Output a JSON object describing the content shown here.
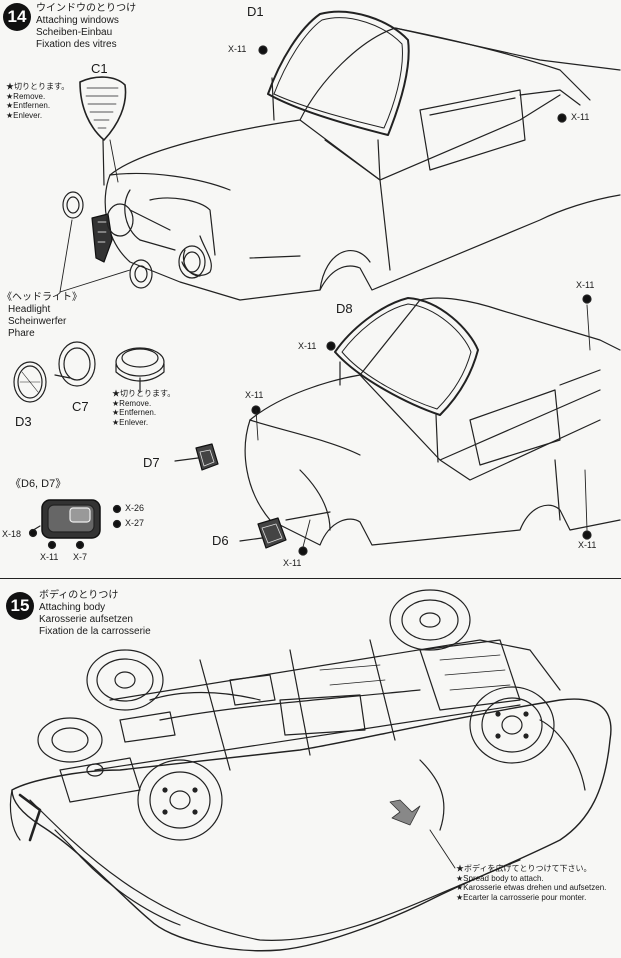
{
  "step14": {
    "number": "14",
    "title_jp": "ウインドウのとりつけ",
    "title_en": "Attaching windows",
    "title_de": "Scheiben-Einbau",
    "title_fr": "Fixation des vitres"
  },
  "remove_note_1": {
    "jp": "★切りとります。",
    "en": "★Remove.",
    "de": "★Entfernen.",
    "fr": "★Enlever."
  },
  "remove_note_2": {
    "jp": "★切りとります。",
    "en": "★Remove.",
    "de": "★Entfernen.",
    "fr": "★Enlever."
  },
  "headlight": {
    "jp": "《ヘッドライト》",
    "en": "Headlight",
    "de": "Scheinwerfer",
    "fr": "Phare"
  },
  "parts": {
    "d1": "D1",
    "c1": "C1",
    "d8": "D8",
    "d3": "D3",
    "c7": "C7",
    "d7": "D7",
    "d6": "D6",
    "d6d7": "《D6, D7》"
  },
  "screws": {
    "x11": "X-11",
    "x26": "X-26",
    "x27": "X-27",
    "x18": "X-18",
    "x7": "X-7"
  },
  "step15": {
    "number": "15",
    "title_jp": "ボディのとりつけ",
    "title_en": "Attaching body",
    "title_de": "Karosserie aufsetzen",
    "title_fr": "Fixation de la carrosserie"
  },
  "spread_note": {
    "jp": "★ボディを広げてとりつけて下さい。",
    "en": "★Spread body to attach.",
    "de": "★Karosserie etwas drehen und aufsetzen.",
    "fr": "★Ecarter la carrosserie pour monter."
  }
}
